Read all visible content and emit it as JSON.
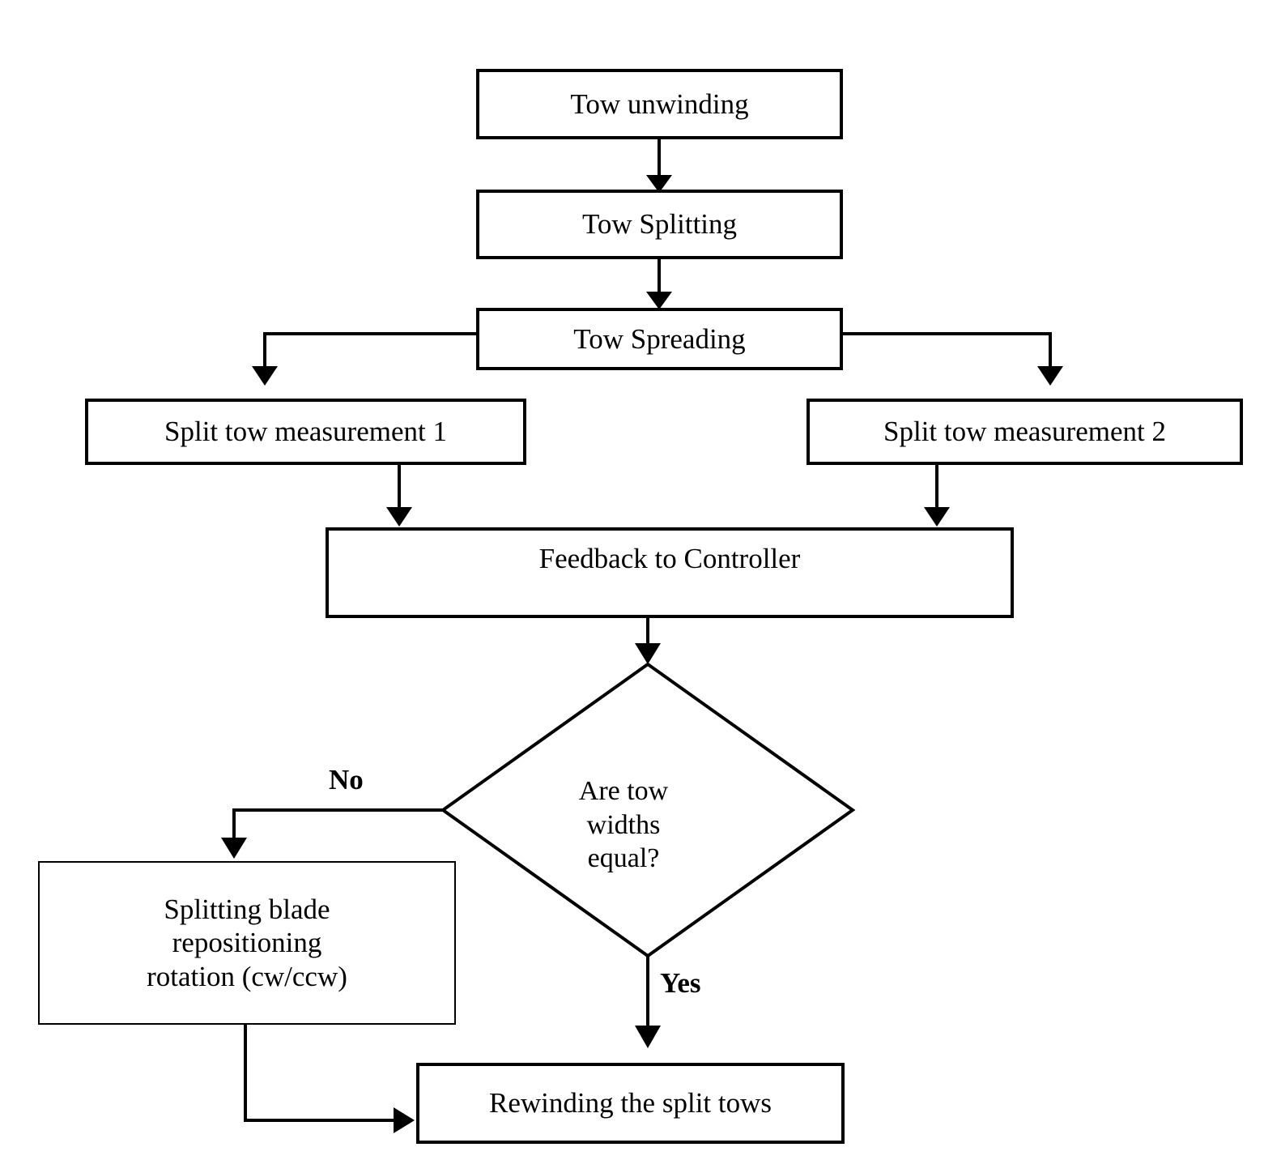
{
  "diagram": {
    "title": "Tow splitting and spreading control process flowchart",
    "type": "flowchart",
    "background_color": "#ffffff",
    "line_color": "#000000",
    "text_color": "#000000"
  },
  "nodes": {
    "tow_unwinding": {
      "label": "Tow unwinding",
      "shape": "rectangle"
    },
    "tow_splitting": {
      "label": "Tow Splitting",
      "shape": "rectangle"
    },
    "tow_spreading": {
      "label": "Tow Spreading",
      "shape": "rectangle"
    },
    "split_tow_measurement_1": {
      "label": "Split tow measurement 1",
      "shape": "rectangle"
    },
    "split_tow_measurement_2": {
      "label": "Split tow measurement 2",
      "shape": "rectangle"
    },
    "feedback_to_controller": {
      "label": "Feedback to Controller",
      "shape": "rectangle"
    },
    "decision_tow_widths": {
      "label": "Are tow\nwidths\nequal?",
      "shape": "diamond"
    },
    "splitting_blade_repositioning": {
      "label": "Splitting blade\nrepositioning\nrotation (cw/ccw)",
      "shape": "rectangle"
    },
    "rewinding_the_split_tows": {
      "label": "Rewinding the split tows",
      "shape": "rectangle"
    }
  },
  "edge_labels": {
    "no": "No",
    "yes": "Yes"
  },
  "edges": [
    {
      "from": "tow_unwinding",
      "to": "tow_splitting",
      "label": ""
    },
    {
      "from": "tow_splitting",
      "to": "tow_spreading",
      "label": ""
    },
    {
      "from": "tow_spreading",
      "to": "split_tow_measurement_1",
      "label": ""
    },
    {
      "from": "tow_spreading",
      "to": "split_tow_measurement_2",
      "label": ""
    },
    {
      "from": "split_tow_measurement_1",
      "to": "feedback_to_controller",
      "label": ""
    },
    {
      "from": "split_tow_measurement_2",
      "to": "feedback_to_controller",
      "label": ""
    },
    {
      "from": "feedback_to_controller",
      "to": "decision_tow_widths",
      "label": ""
    },
    {
      "from": "decision_tow_widths",
      "to": "splitting_blade_repositioning",
      "label": "No"
    },
    {
      "from": "decision_tow_widths",
      "to": "rewinding_the_split_tows",
      "label": "Yes"
    },
    {
      "from": "splitting_blade_repositioning",
      "to": "rewinding_the_split_tows",
      "label": ""
    }
  ]
}
